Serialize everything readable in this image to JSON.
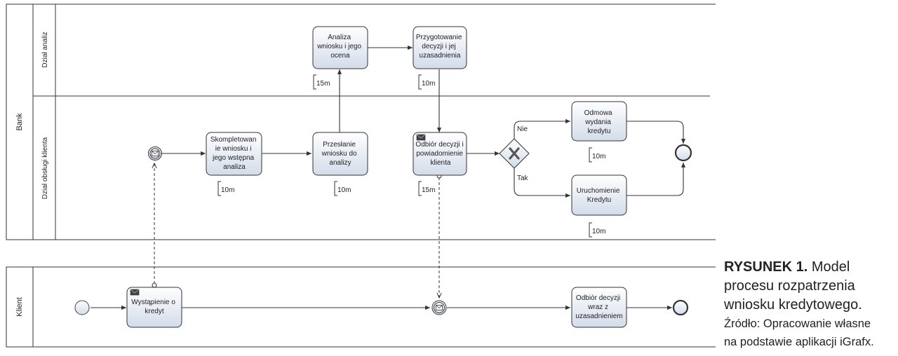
{
  "pools": {
    "bank": {
      "name": "Bank",
      "lanes": {
        "analysis": "Dział analiz",
        "service": "Dział obsługi klienta"
      }
    },
    "client": {
      "name": "Klient"
    }
  },
  "tasks": {
    "analysis": {
      "lines": [
        "Analiza",
        "wniosku i jego",
        "ocena"
      ],
      "duration": "15m"
    },
    "decision": {
      "lines": [
        "Przygotowanie",
        "decyzji i jej",
        "uzasadnienia"
      ],
      "duration": "10m"
    },
    "complete": {
      "lines": [
        "Skompletowan",
        "ie wniosku i",
        "jego wstępna",
        "analiza"
      ],
      "duration": "10m"
    },
    "send": {
      "lines": [
        "Przesłanie",
        "wniosku do",
        "analizy"
      ],
      "duration": "10m"
    },
    "receive": {
      "lines": [
        "Odbiór decyzji i",
        "powiadomienie",
        "klienta"
      ],
      "duration": "15m"
    },
    "refuse": {
      "lines": [
        "Odmowa",
        "wydania",
        "kredytu"
      ],
      "duration": "10m"
    },
    "grant": {
      "lines": [
        "Uruchomienie",
        "Kredytu"
      ],
      "duration": "10m"
    },
    "apply": {
      "lines": [
        "Wystąpienie o",
        "kredyt"
      ]
    },
    "clientrecv": {
      "lines": [
        "Odbiór decyzji",
        "wraz z",
        "uzasadnieniem"
      ]
    }
  },
  "gateway": {
    "no": "Nie",
    "yes": "Tak"
  },
  "caption": {
    "figure": "RYSUNEK 1.",
    "title_rest": " Model",
    "title_line2": "procesu rozpatrzenia",
    "title_line3": "wniosku kredytowego.",
    "source_line1": "Źródło: Opracowanie własne",
    "source_line2": "na podstawie aplikacji iGrafx."
  },
  "colors": {
    "task_fill_top": "#ffffff",
    "task_fill_bottom": "#d3dcea",
    "line": "#333333"
  }
}
